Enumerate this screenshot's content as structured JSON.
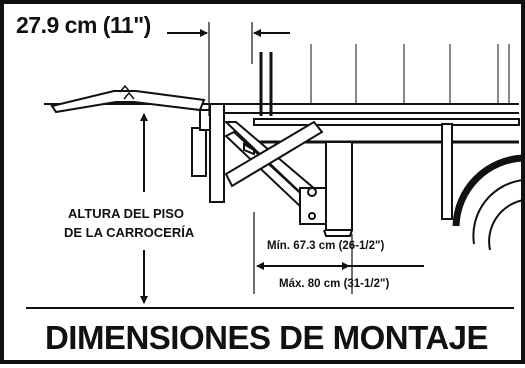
{
  "dimensions": {
    "top_clearance": "27.9 cm (11\")",
    "floor_height_line1": "ALTURA DEL PISO",
    "floor_height_line2": "DE LA CARROCERÍA",
    "min_distance": "Mín. 67.3 cm (26-1/2\")",
    "max_distance": "Máx. 80 cm (31-1/2\")"
  },
  "title": "DIMENSIONES DE MONTAJE",
  "colors": {
    "ink": "#111111",
    "background": "#ffffff"
  }
}
